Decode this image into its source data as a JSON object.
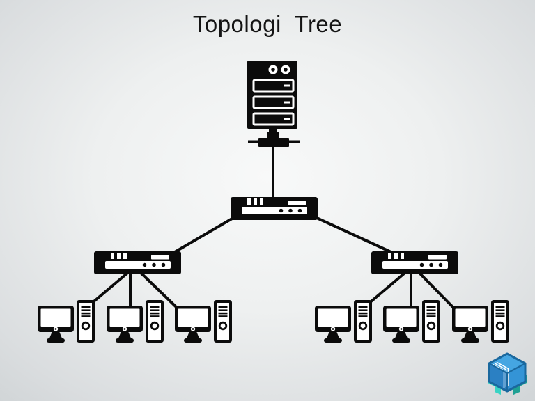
{
  "title": "Topologi  Tree",
  "colors": {
    "icon": "#0b0b0b",
    "background_center": "#f8f9f9",
    "background_edge": "#cbd0d2",
    "logo_top": "#45a6e2",
    "logo_left": "#2b80c3",
    "logo_right": "#3494d6",
    "logo_edge": "#1a689e",
    "logo_teal": "#38d3c4",
    "logo_teal_dark": "#1fa093"
  },
  "diagram": {
    "type": "tree-topology",
    "nodes": [
      {
        "id": "server",
        "icon": "server-icon",
        "level": 0
      },
      {
        "id": "switch-main",
        "icon": "switch-icon",
        "level": 1
      },
      {
        "id": "switch-left",
        "icon": "switch-icon",
        "level": 2
      },
      {
        "id": "switch-right",
        "icon": "switch-icon",
        "level": 2
      },
      {
        "id": "pc-1",
        "icon": "desktop-computer-icon",
        "level": 3
      },
      {
        "id": "pc-2",
        "icon": "desktop-computer-icon",
        "level": 3
      },
      {
        "id": "pc-3",
        "icon": "desktop-computer-icon",
        "level": 3
      },
      {
        "id": "pc-4",
        "icon": "desktop-computer-icon",
        "level": 3
      },
      {
        "id": "pc-5",
        "icon": "desktop-computer-icon",
        "level": 3
      },
      {
        "id": "pc-6",
        "icon": "desktop-computer-icon",
        "level": 3
      }
    ],
    "edges": [
      {
        "from": "server",
        "to": "switch-main"
      },
      {
        "from": "switch-main",
        "to": "switch-left"
      },
      {
        "from": "switch-main",
        "to": "switch-right"
      },
      {
        "from": "switch-left",
        "to": "pc-1"
      },
      {
        "from": "switch-left",
        "to": "pc-2"
      },
      {
        "from": "switch-left",
        "to": "pc-3"
      },
      {
        "from": "switch-right",
        "to": "pc-4"
      },
      {
        "from": "switch-right",
        "to": "pc-5"
      },
      {
        "from": "switch-right",
        "to": "pc-6"
      }
    ]
  },
  "logo": {
    "name": "blue-cube-box-logo"
  }
}
